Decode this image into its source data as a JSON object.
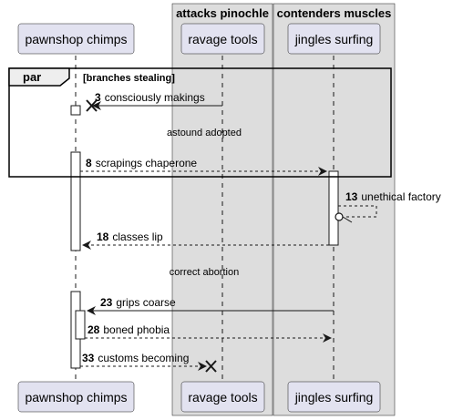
{
  "boxes": [
    {
      "title": "attacks pinochle"
    },
    {
      "title": "contenders muscles"
    }
  ],
  "participants": [
    {
      "name": "pawnshop chimps"
    },
    {
      "name": "ravage tools"
    },
    {
      "name": "jingles surfing"
    }
  ],
  "fragment": {
    "keyword": "par",
    "guard": "[branches stealing]"
  },
  "messages": [
    {
      "num": "3",
      "text": "consciously makings"
    },
    {
      "num": "8",
      "text": "scrapings chaperone"
    },
    {
      "num": "13",
      "text": "unethical factory"
    },
    {
      "num": "18",
      "text": "classes lip"
    },
    {
      "num": "23",
      "text": "grips coarse"
    },
    {
      "num": "28",
      "text": "boned phobia"
    },
    {
      "num": "33",
      "text": "customs becoming"
    }
  ],
  "dividers": [
    {
      "text": "astound adopted"
    },
    {
      "text": "correct abortion"
    }
  ],
  "colors": {
    "box_fill": "#dddddd",
    "participant_fill": "#e2e2f0",
    "participant_stroke": "#181818",
    "line": "#181818"
  }
}
